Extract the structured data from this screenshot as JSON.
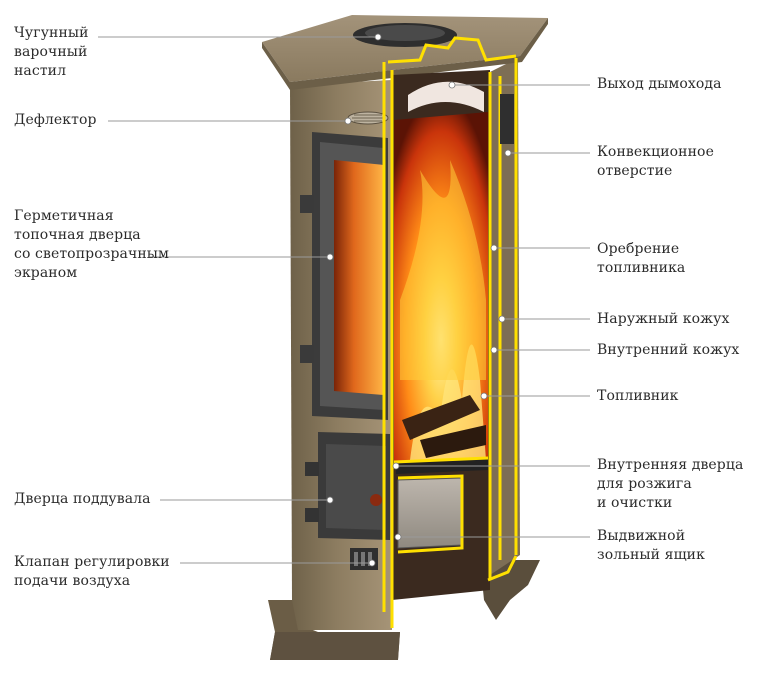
{
  "labels_left": [
    {
      "id": "chugunny",
      "text": "Чугунный\nварочный\nнастил"
    },
    {
      "id": "deflektor",
      "text": "Дефлектор"
    },
    {
      "id": "germetichnaya",
      "text": "Герметичная\nтопочная дверца\nсо светопрозрачным\nэкраном"
    },
    {
      "id": "poddoval",
      "text": "Дверца поддувала"
    },
    {
      "id": "klapan",
      "text": "Клапан регулировки\nподачи воздуха"
    }
  ],
  "labels_right": [
    {
      "id": "vyhod",
      "text": "Выход дымохода"
    },
    {
      "id": "konvekc",
      "text": "Конвекционное\nотверстие"
    },
    {
      "id": "orebrenie",
      "text": "Оребрение\nтопливника"
    },
    {
      "id": "naruzhny",
      "text": "Наружный кожух"
    },
    {
      "id": "vnutrenny",
      "text": "Внутренний кожух"
    },
    {
      "id": "toplivnik",
      "text": "Топливник"
    },
    {
      "id": "vnutr_dverca",
      "text": "Внутренняя дверца\nдля розжига\nи очистки"
    },
    {
      "id": "vydvizhnoy",
      "text": "Выдвижной\nзольный ящик"
    }
  ],
  "colors": {
    "body": "#8a7a5e",
    "body_dark": "#5f523d",
    "iron": "#3a3a3a",
    "highlight": "#ffe000",
    "fire_bright": "#ffd45a",
    "fire_mid": "#ff8a1a",
    "fire_dark": "#c2320a",
    "leader": "#9a9a9a"
  }
}
